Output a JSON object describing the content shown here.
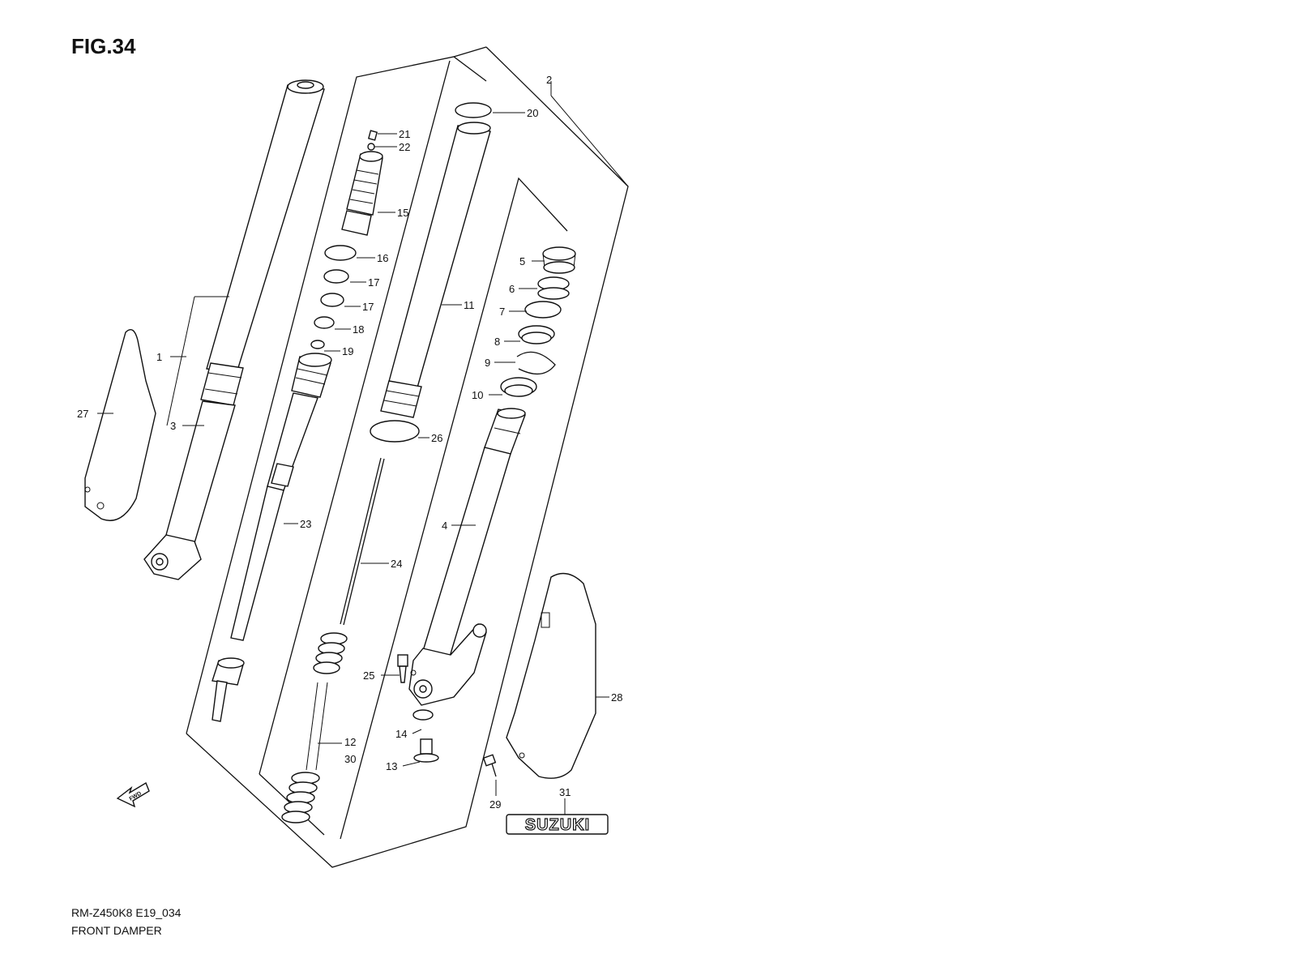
{
  "figure": {
    "title": "FIG.34",
    "model_code": "RM-Z450K8 E19_034",
    "name": "FRONT DAMPER"
  },
  "callouts": [
    "1",
    "2",
    "3",
    "4",
    "5",
    "6",
    "7",
    "8",
    "9",
    "10",
    "11",
    "12",
    "30",
    "13",
    "14",
    "15",
    "16",
    "17",
    "17",
    "18",
    "19",
    "20",
    "21",
    "22",
    "23",
    "24",
    "25",
    "26",
    "27",
    "28",
    "29",
    "31"
  ],
  "fwd_label": "FWD",
  "brand_decal": "SUZUKI",
  "colors": {
    "line": "#111111",
    "background": "#ffffff"
  }
}
